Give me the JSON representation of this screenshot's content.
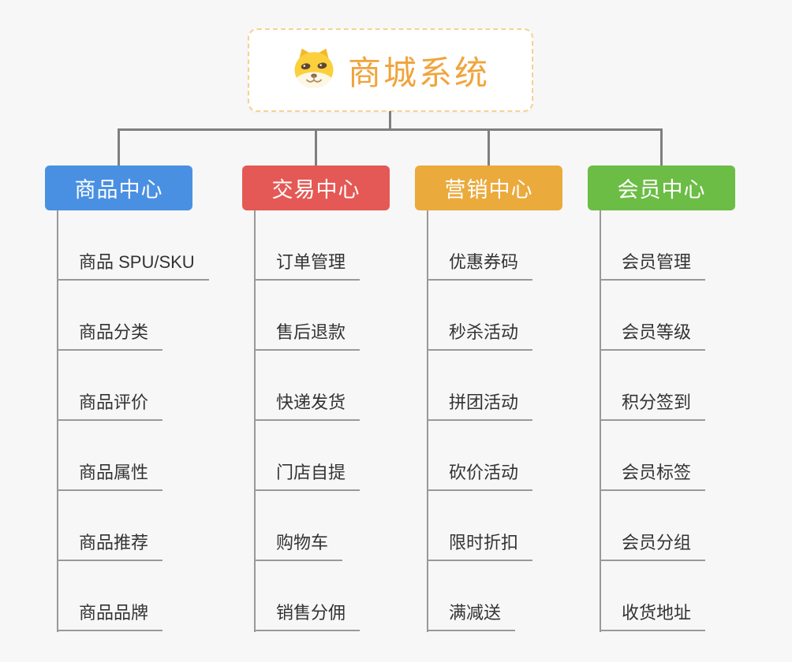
{
  "page": {
    "background_color": "#f7f7f7"
  },
  "root": {
    "title": "商城系统",
    "icon": "shiba-dog-icon",
    "text_color": "#f0a43c",
    "border_color": "#f6d193"
  },
  "connectors": {
    "top_line_color": "#7f7f7f",
    "branch_line_color": "#999999"
  },
  "branches": [
    {
      "label": "商品中心",
      "color": "#4a90e2",
      "items": [
        "商品 SPU/SKU",
        "商品分类",
        "商品评价",
        "商品属性",
        "商品推荐",
        "商品品牌"
      ]
    },
    {
      "label": "交易中心",
      "color": "#e45955",
      "items": [
        "订单管理",
        "售后退款",
        "快递发货",
        "门店自提",
        "购物车",
        "销售分佣"
      ]
    },
    {
      "label": "营销中心",
      "color": "#ebaa3c",
      "items": [
        "优惠券码",
        "秒杀活动",
        "拼团活动",
        "砍价活动",
        "限时折扣",
        "满减送"
      ]
    },
    {
      "label": "会员中心",
      "color": "#6cbd45",
      "items": [
        "会员管理",
        "会员等级",
        "积分签到",
        "会员标签",
        "会员分组",
        "收货地址"
      ]
    }
  ]
}
